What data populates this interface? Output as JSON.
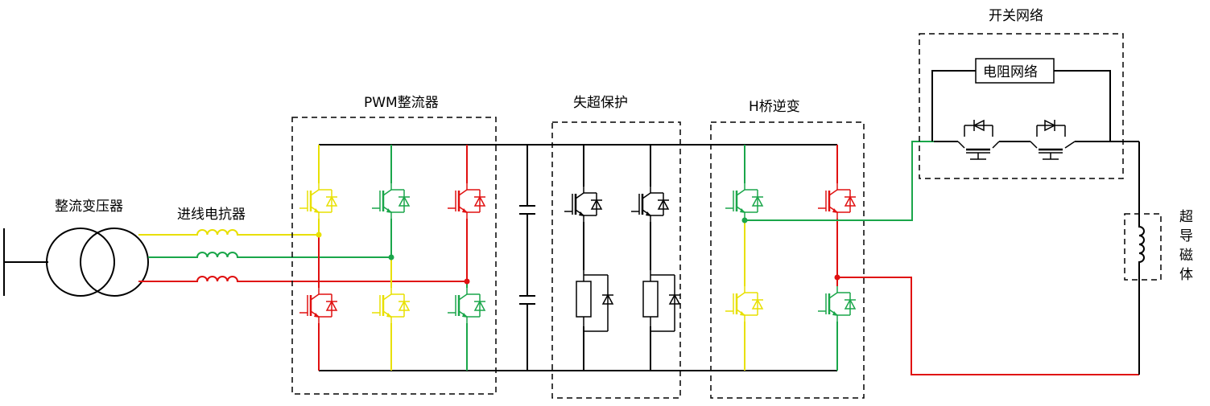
{
  "labels": {
    "transformer": "整流变压器",
    "reactor": "进线电抗器",
    "pwm_rectifier": "PWM整流器",
    "quench_protection": "失超保护",
    "h_bridge": "H桥逆变",
    "switch_network": "开关网络",
    "resistor_network": "电阻网络",
    "sc_magnet": [
      "超",
      "导",
      "磁",
      "体"
    ]
  },
  "colors": {
    "phase_a": "#e8e000",
    "phase_b": "#1aa64a",
    "phase_c": "#e01010",
    "bus": "#000000"
  }
}
